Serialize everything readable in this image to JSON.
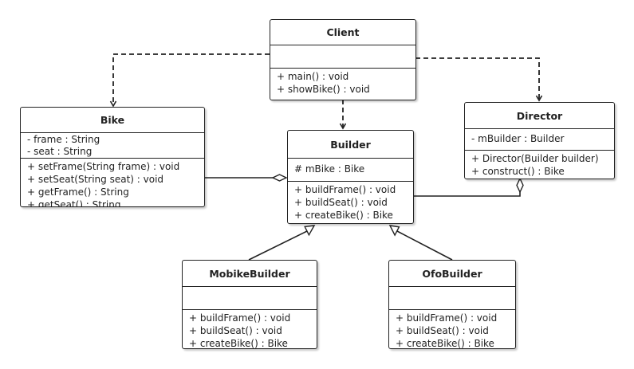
{
  "diagram": {
    "classes": {
      "client": {
        "name": "Client",
        "attributes": [],
        "methods": [
          "+ main() : void",
          "+ showBike() : void"
        ]
      },
      "bike": {
        "name": "Bike",
        "attributes": [
          "- frame : String",
          "- seat : String"
        ],
        "methods": [
          "+ setFrame(String frame) : void",
          "+ setSeat(String seat) : void",
          "+ getFrame() : String",
          "+ getSeat() : String"
        ]
      },
      "builder": {
        "name": "Builder",
        "attributes": [
          "# mBike : Bike"
        ],
        "methods": [
          "+ buildFrame() : void",
          "+ buildSeat() : void",
          "+ createBike() : Bike"
        ]
      },
      "director": {
        "name": "Director",
        "attributes": [
          "- mBuilder : Builder"
        ],
        "methods": [
          "+ Director(Builder builder)",
          "+ construct() : Bike"
        ]
      },
      "mobike_builder": {
        "name": "MobikeBuilder",
        "attributes": [],
        "methods": [
          "+ buildFrame() : void",
          "+ buildSeat() : void",
          "+ createBike() : Bike"
        ]
      },
      "ofo_builder": {
        "name": "OfoBuilder",
        "attributes": [],
        "methods": [
          "+ buildFrame() : void",
          "+ buildSeat() : void",
          "+ createBike() : Bike"
        ]
      }
    },
    "relationships": [
      {
        "type": "dependency",
        "from": "Client",
        "to": "Bike"
      },
      {
        "type": "dependency",
        "from": "Client",
        "to": "Builder"
      },
      {
        "type": "dependency",
        "from": "Client",
        "to": "Director"
      },
      {
        "type": "aggregation",
        "whole": "Builder",
        "part": "Bike"
      },
      {
        "type": "aggregation",
        "whole": "Director",
        "part": "Builder"
      },
      {
        "type": "generalization",
        "child": "MobikeBuilder",
        "parent": "Builder"
      },
      {
        "type": "generalization",
        "child": "OfoBuilder",
        "parent": "Builder"
      }
    ]
  }
}
